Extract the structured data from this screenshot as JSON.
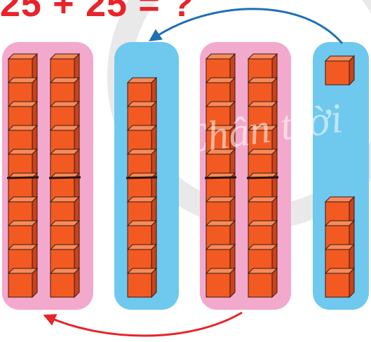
{
  "title": "25 + 25 = ?",
  "watermark": "Chân trời",
  "colors": {
    "pink_panel": "#f3a9cb",
    "blue_panel": "#6fc8ee",
    "cube_front": "#f25a22",
    "cube_top": "#f78a5a",
    "cube_side": "#c9431a",
    "cube_edge": "#3a1a10",
    "arrow_blue": "#1e6fb5",
    "arrow_red": "#e8232a",
    "watermark_bg": "#e9e9e9"
  },
  "groups": [
    {
      "name": "group-1-tens",
      "panel": "pink",
      "rods": 2,
      "cubes_per_rod": 10
    },
    {
      "name": "group-1-ones",
      "panel": "blue",
      "rods": 1,
      "cubes_per_rod": 9
    },
    {
      "name": "group-2-tens",
      "panel": "pink",
      "rods": 2,
      "cubes_per_rod": 10
    },
    {
      "name": "group-2-ones",
      "panel": "blue",
      "single_cubes": 1,
      "small_rod_cubes": 4
    }
  ],
  "arrows": [
    {
      "name": "arrow-ones-to-ones",
      "color": "blue",
      "direction": "from group-2-ones to group-1-ones"
    },
    {
      "name": "arrow-tens-to-tens",
      "color": "red",
      "direction": "from group-2-tens to group-1-tens"
    }
  ]
}
